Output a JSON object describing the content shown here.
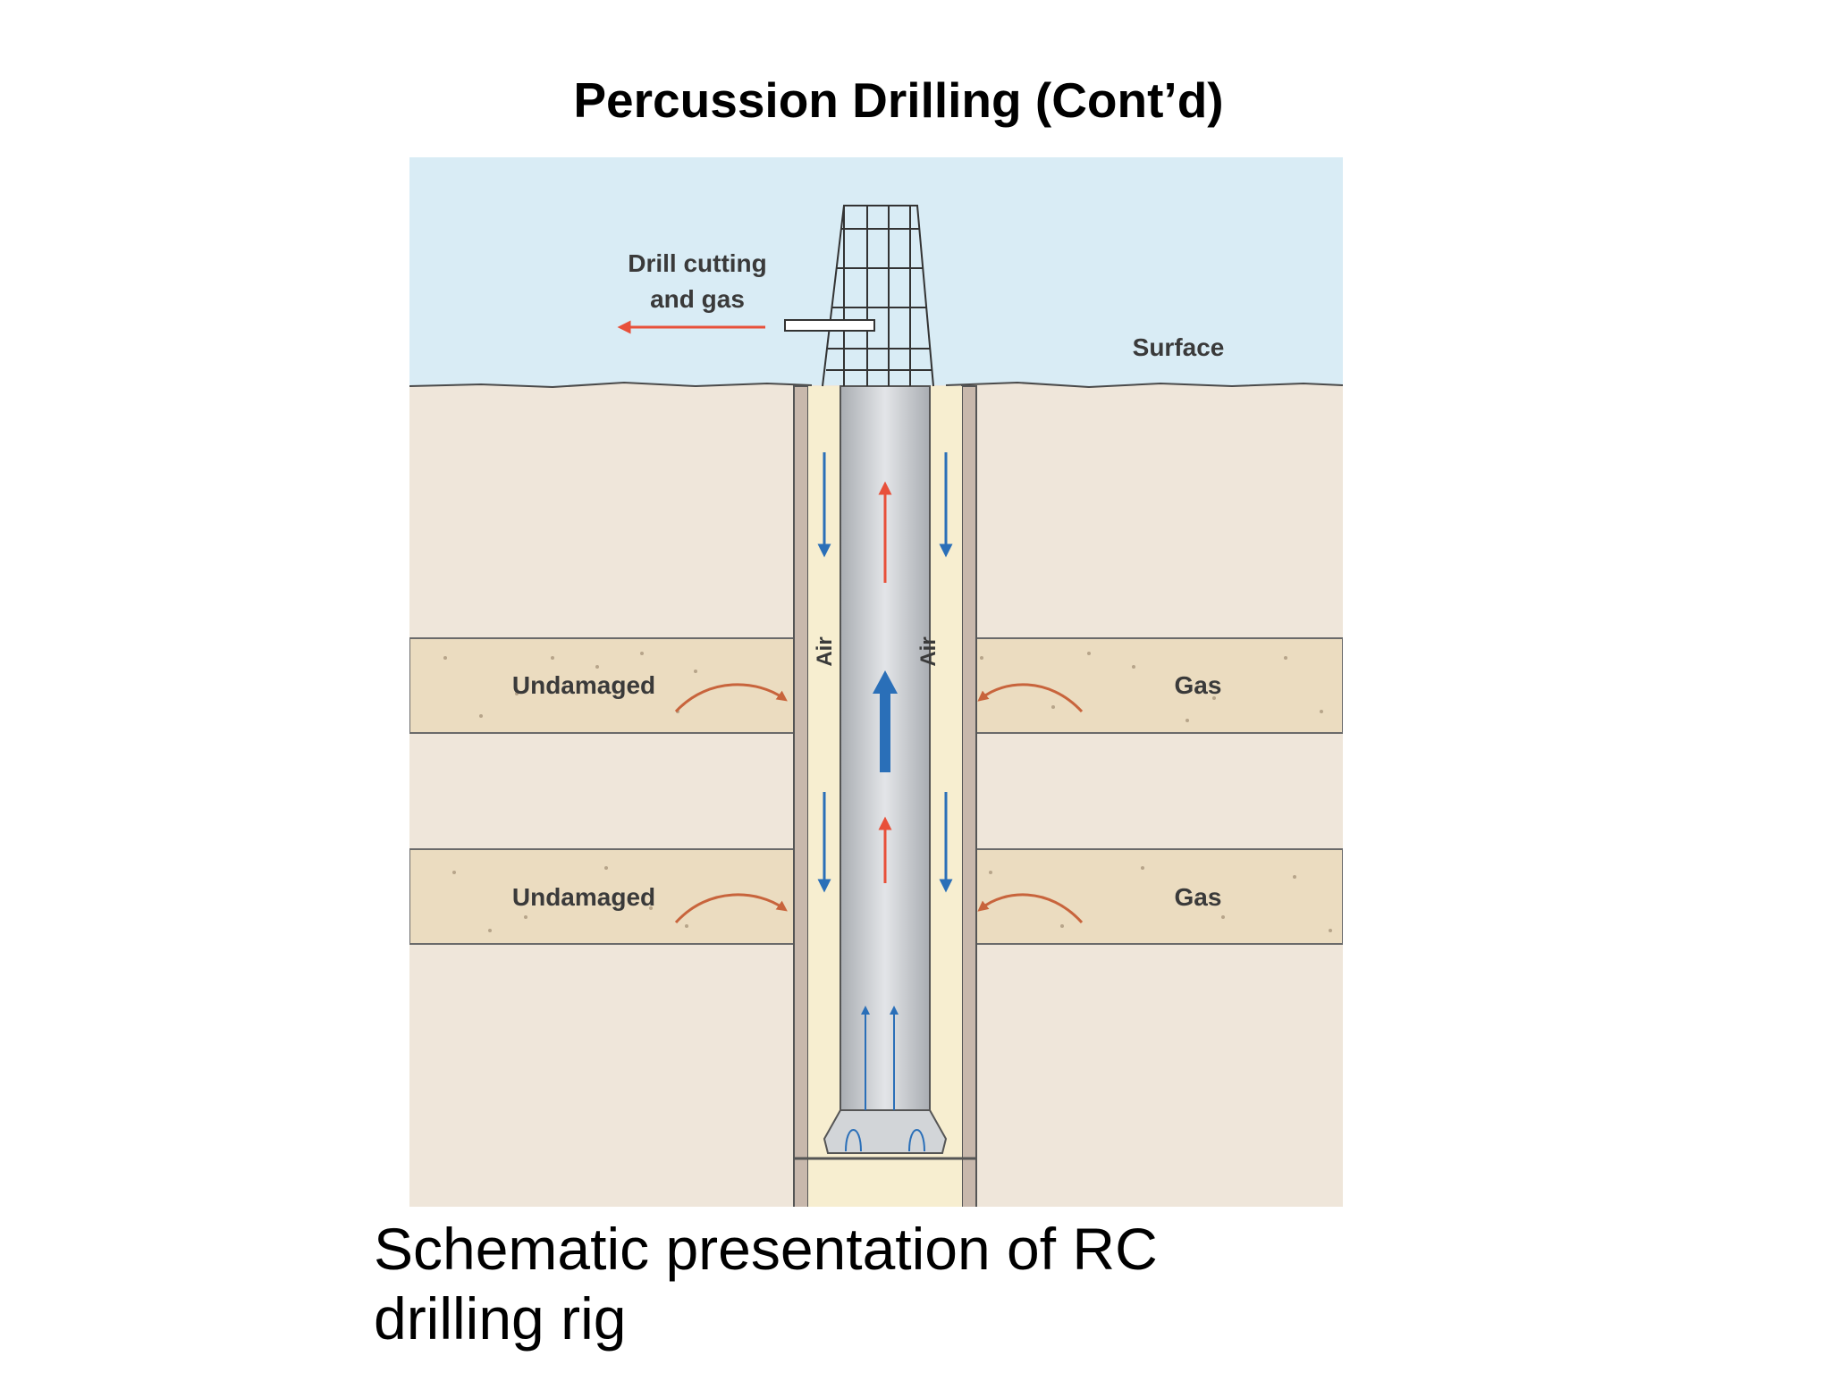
{
  "slide": {
    "title": "Percussion Drilling (Cont’d)",
    "caption": "Schematic presentation of RC drilling rig"
  },
  "diagram": {
    "labels": {
      "cutting_line1": "Drill cutting",
      "cutting_line2": "and gas",
      "surface": "Surface",
      "air_left": "Air",
      "air_right": "Air",
      "undamaged_upper": "Undamaged",
      "undamaged_lower": "Undamaged",
      "gas_upper": "Gas",
      "gas_lower": "Gas"
    },
    "colors": {
      "sky": "#d9ecf5",
      "ground": "#efe6da",
      "formation": "#ebdcc0",
      "annulus": "#f7eed0",
      "casing": "#c8b8ac",
      "pipe": "#c4c8cc",
      "air_arrow": "#2a6fb8",
      "cuttings_arrow": "#e8503a",
      "gas_arrow": "#c8643c"
    }
  }
}
